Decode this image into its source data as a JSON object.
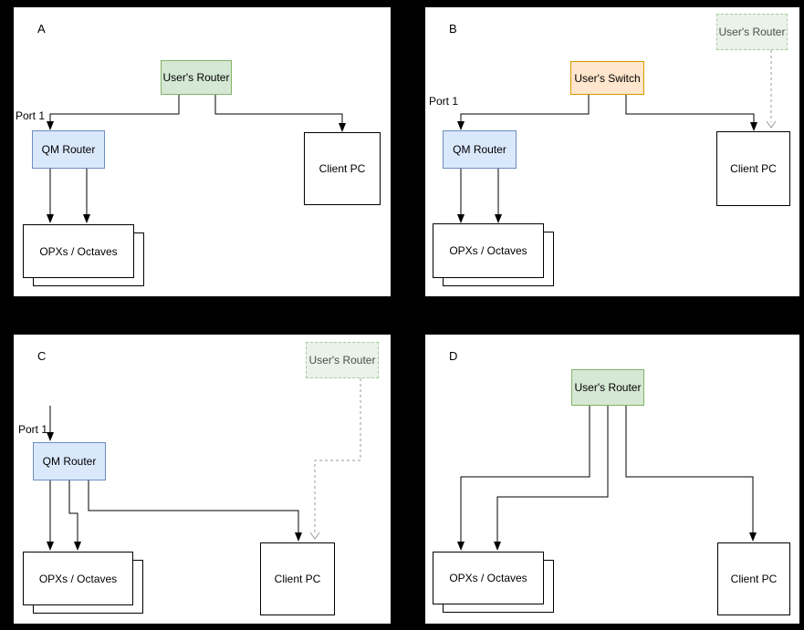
{
  "diagram": {
    "panels": [
      {
        "label": "A",
        "nodes": [
          "users_router",
          "qm_router",
          "client_pc",
          "opxs_octaves"
        ],
        "has_port_label": true
      },
      {
        "label": "B",
        "nodes": [
          "users_router_faded",
          "users_switch",
          "qm_router",
          "client_pc",
          "opxs_octaves"
        ],
        "has_port_label": true
      },
      {
        "label": "C",
        "nodes": [
          "users_router_faded",
          "qm_router",
          "client_pc",
          "opxs_octaves"
        ],
        "has_port_label": true
      },
      {
        "label": "D",
        "nodes": [
          "users_router",
          "client_pc",
          "opxs_octaves"
        ],
        "has_port_label": false
      }
    ],
    "node_labels": {
      "users_router": "User's Router",
      "users_switch": "User's Switch",
      "qm_router": "QM Router",
      "client_pc": "Client PC",
      "opxs_octaves": "OPXs / Octaves",
      "port_1": "Port 1"
    },
    "colors": {
      "background": "#000000",
      "panel_background": "#ffffff",
      "router_fill": "#d5e8d4",
      "router_border": "#82b366",
      "router_faded_fill": "#eaf2e9",
      "router_faded_border": "#a8c9a1",
      "switch_fill": "#ffe6cc",
      "switch_border": "#d79b00",
      "qm_fill": "#dae8fc",
      "qm_border": "#6c8ebf",
      "plain_fill": "#ffffff",
      "solid_connector": "#000000",
      "dashed_connector": "#999999"
    }
  }
}
